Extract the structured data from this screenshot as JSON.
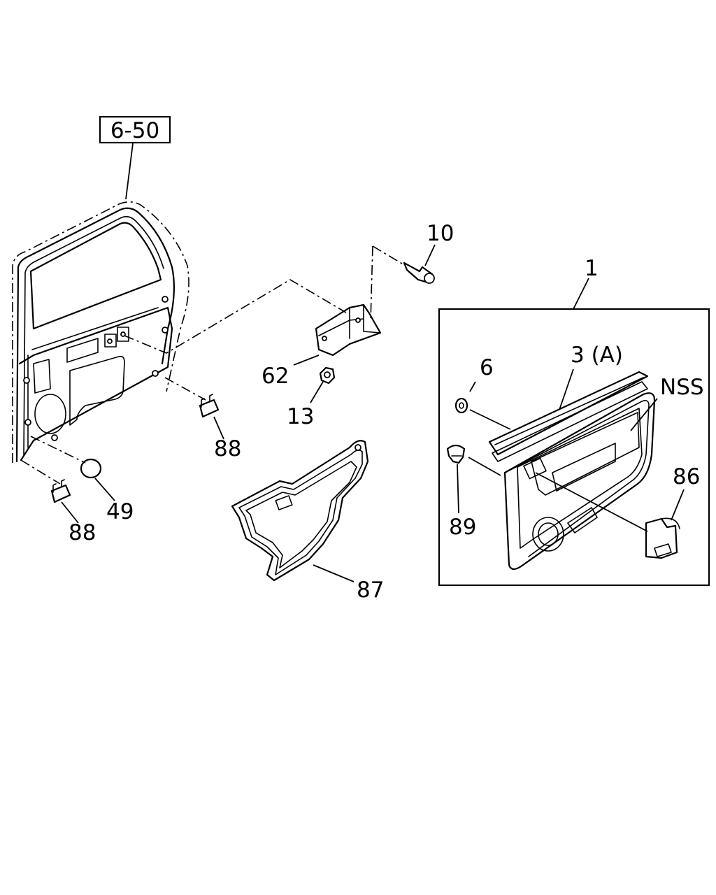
{
  "reference": "6-50",
  "callouts": {
    "c1": "1",
    "c3a": "3 (A)",
    "c6": "6",
    "c10": "10",
    "c13": "13",
    "c49": "49",
    "c62": "62",
    "c86": "86",
    "c87": "87",
    "c88a": "88",
    "c88b": "88",
    "c89": "89",
    "cnss": "NSS"
  }
}
